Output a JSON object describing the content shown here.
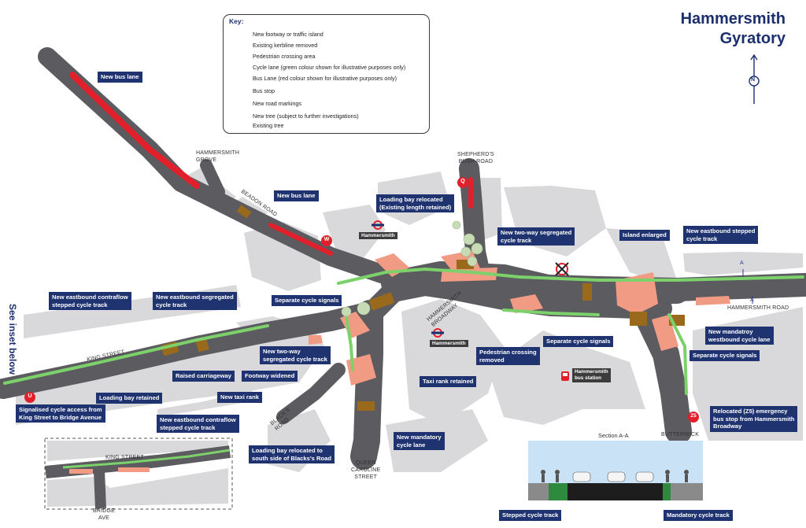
{
  "title": {
    "line1": "Hammersmith",
    "line2": "Gyratory"
  },
  "north_label": "N",
  "see_inset": "See inset below",
  "key": {
    "heading": "Key:",
    "items": [
      {
        "text": "New footway or traffic island",
        "color": "#f29b84"
      },
      {
        "text": "Existing kerbline removed",
        "color": "#8f8a96"
      },
      {
        "text": "Pedestrian crossing area",
        "color": "#9a6a1c"
      },
      {
        "text": "Cycle lane (green colour shown for illustrative purposes only)",
        "color": "#7cd16a"
      },
      {
        "text": "Bus Lane (red colour shown for illustrative purposes only)",
        "color": "#e2202c"
      },
      {
        "text": "Bus stop",
        "color": "#e2202c"
      },
      {
        "text": "New road markings",
        "color": "#4e4e52"
      },
      {
        "text": "New tree (subject to further investigations)",
        "color": "#c7dcb5"
      },
      {
        "text": "Existing tree",
        "color": "#b9cfa8"
      }
    ]
  },
  "colors": {
    "road": "#5b5b60",
    "building": "#d9d9db",
    "footway": "#f29b84",
    "crossing": "#9a6a1c",
    "cycle": "#7cd16a",
    "buslane": "#e2202c",
    "label_bg": "#1f3371"
  },
  "callouts": {
    "new_bus_lane_1": "New bus lane",
    "new_bus_lane_2": "New bus lane",
    "loading_bay_relocated": [
      "Loading bay relocated",
      "(Existing length retained)"
    ],
    "new_two_way_top": [
      "New two-way segregated",
      "cycle track"
    ],
    "island_enlarged": "Island enlarged",
    "new_eastbound_stepped": [
      "New eastbound stepped",
      "cycle track"
    ],
    "new_eastbound_contraflow": [
      "New eastbound contraflow",
      "stepped cycle track"
    ],
    "new_eastbound_segregated": [
      "New eastbound segregated",
      "cycle track"
    ],
    "separate_cycle_signals_1": "Separate cycle signals",
    "separate_cycle_signals_2": "Separate cycle signals",
    "separate_cycle_signals_3": "Separate cycle signals",
    "new_mandatory_westbound": [
      "New mandatroy",
      "westbound cycle lane"
    ],
    "raised_carriageway": "Raised carriageway",
    "footway_widened": "Footway widened",
    "new_two_way_mid": [
      "New two-way",
      "segregated cycle track"
    ],
    "pedestrian_crossing_removed": [
      "Pedestrian crossing",
      "removed"
    ],
    "taxi_rank_retained": "Taxi rank retained",
    "new_taxi_rank": "New taxi rank",
    "loading_bay_retained": "Loading bay retained",
    "signalised_access": [
      "Signalised cycle access from",
      "King Street to Bridge Avenue"
    ],
    "new_eastbound_contraflow_inset": [
      "New eastbound contraflow",
      "stepped cycle track"
    ],
    "loading_bay_blacks": [
      "Loading bay relocated to",
      "south side of Blacks's Road"
    ],
    "new_mandatory_cycle_lane": [
      "New mandatory",
      "cycle lane"
    ],
    "relocated_z5": [
      "Relocated (Z5) emergency",
      "bus stop from Hammersmith",
      "Broadway"
    ],
    "stepped_cycle_track": "Stepped cycle track",
    "mandatory_cycle_track": "Mandatory cycle track"
  },
  "roads": {
    "hammersmith_grove": [
      "HAMMERSMITH",
      "GROVE"
    ],
    "beadon_road": "BEADON ROAD",
    "shepherds_bush_road": [
      "SHEPHERD'S",
      "BUSH ROAD"
    ],
    "hammersmith_broadway": [
      "HAMMERSMITH",
      "BROADWAY"
    ],
    "hammersmith_road": "HAMMERSMITH ROAD",
    "king_street": "KING STREET",
    "king_street_inset": "KING STREET",
    "blacks_road": [
      "BLACK'S",
      "ROAD"
    ],
    "queen_caroline": [
      "QUEEN",
      "CAROLINE",
      "STREET"
    ],
    "butterwick": "BUTTERWICK",
    "bridge_ave": [
      "BRIDGE",
      "AVE"
    ],
    "section_marker_1": "A",
    "section_marker_2": "A"
  },
  "stations": {
    "hammersmith_1": "Hammersmith",
    "hammersmith_2": "Hammersmith",
    "bus_station": [
      "Hammersmith",
      "bus station"
    ]
  },
  "bus_stops": {
    "stop_q": "Q",
    "stop_w": "W",
    "stop_u": "U",
    "stop_z5": "Z5"
  },
  "section": {
    "title": "Section A-A"
  }
}
